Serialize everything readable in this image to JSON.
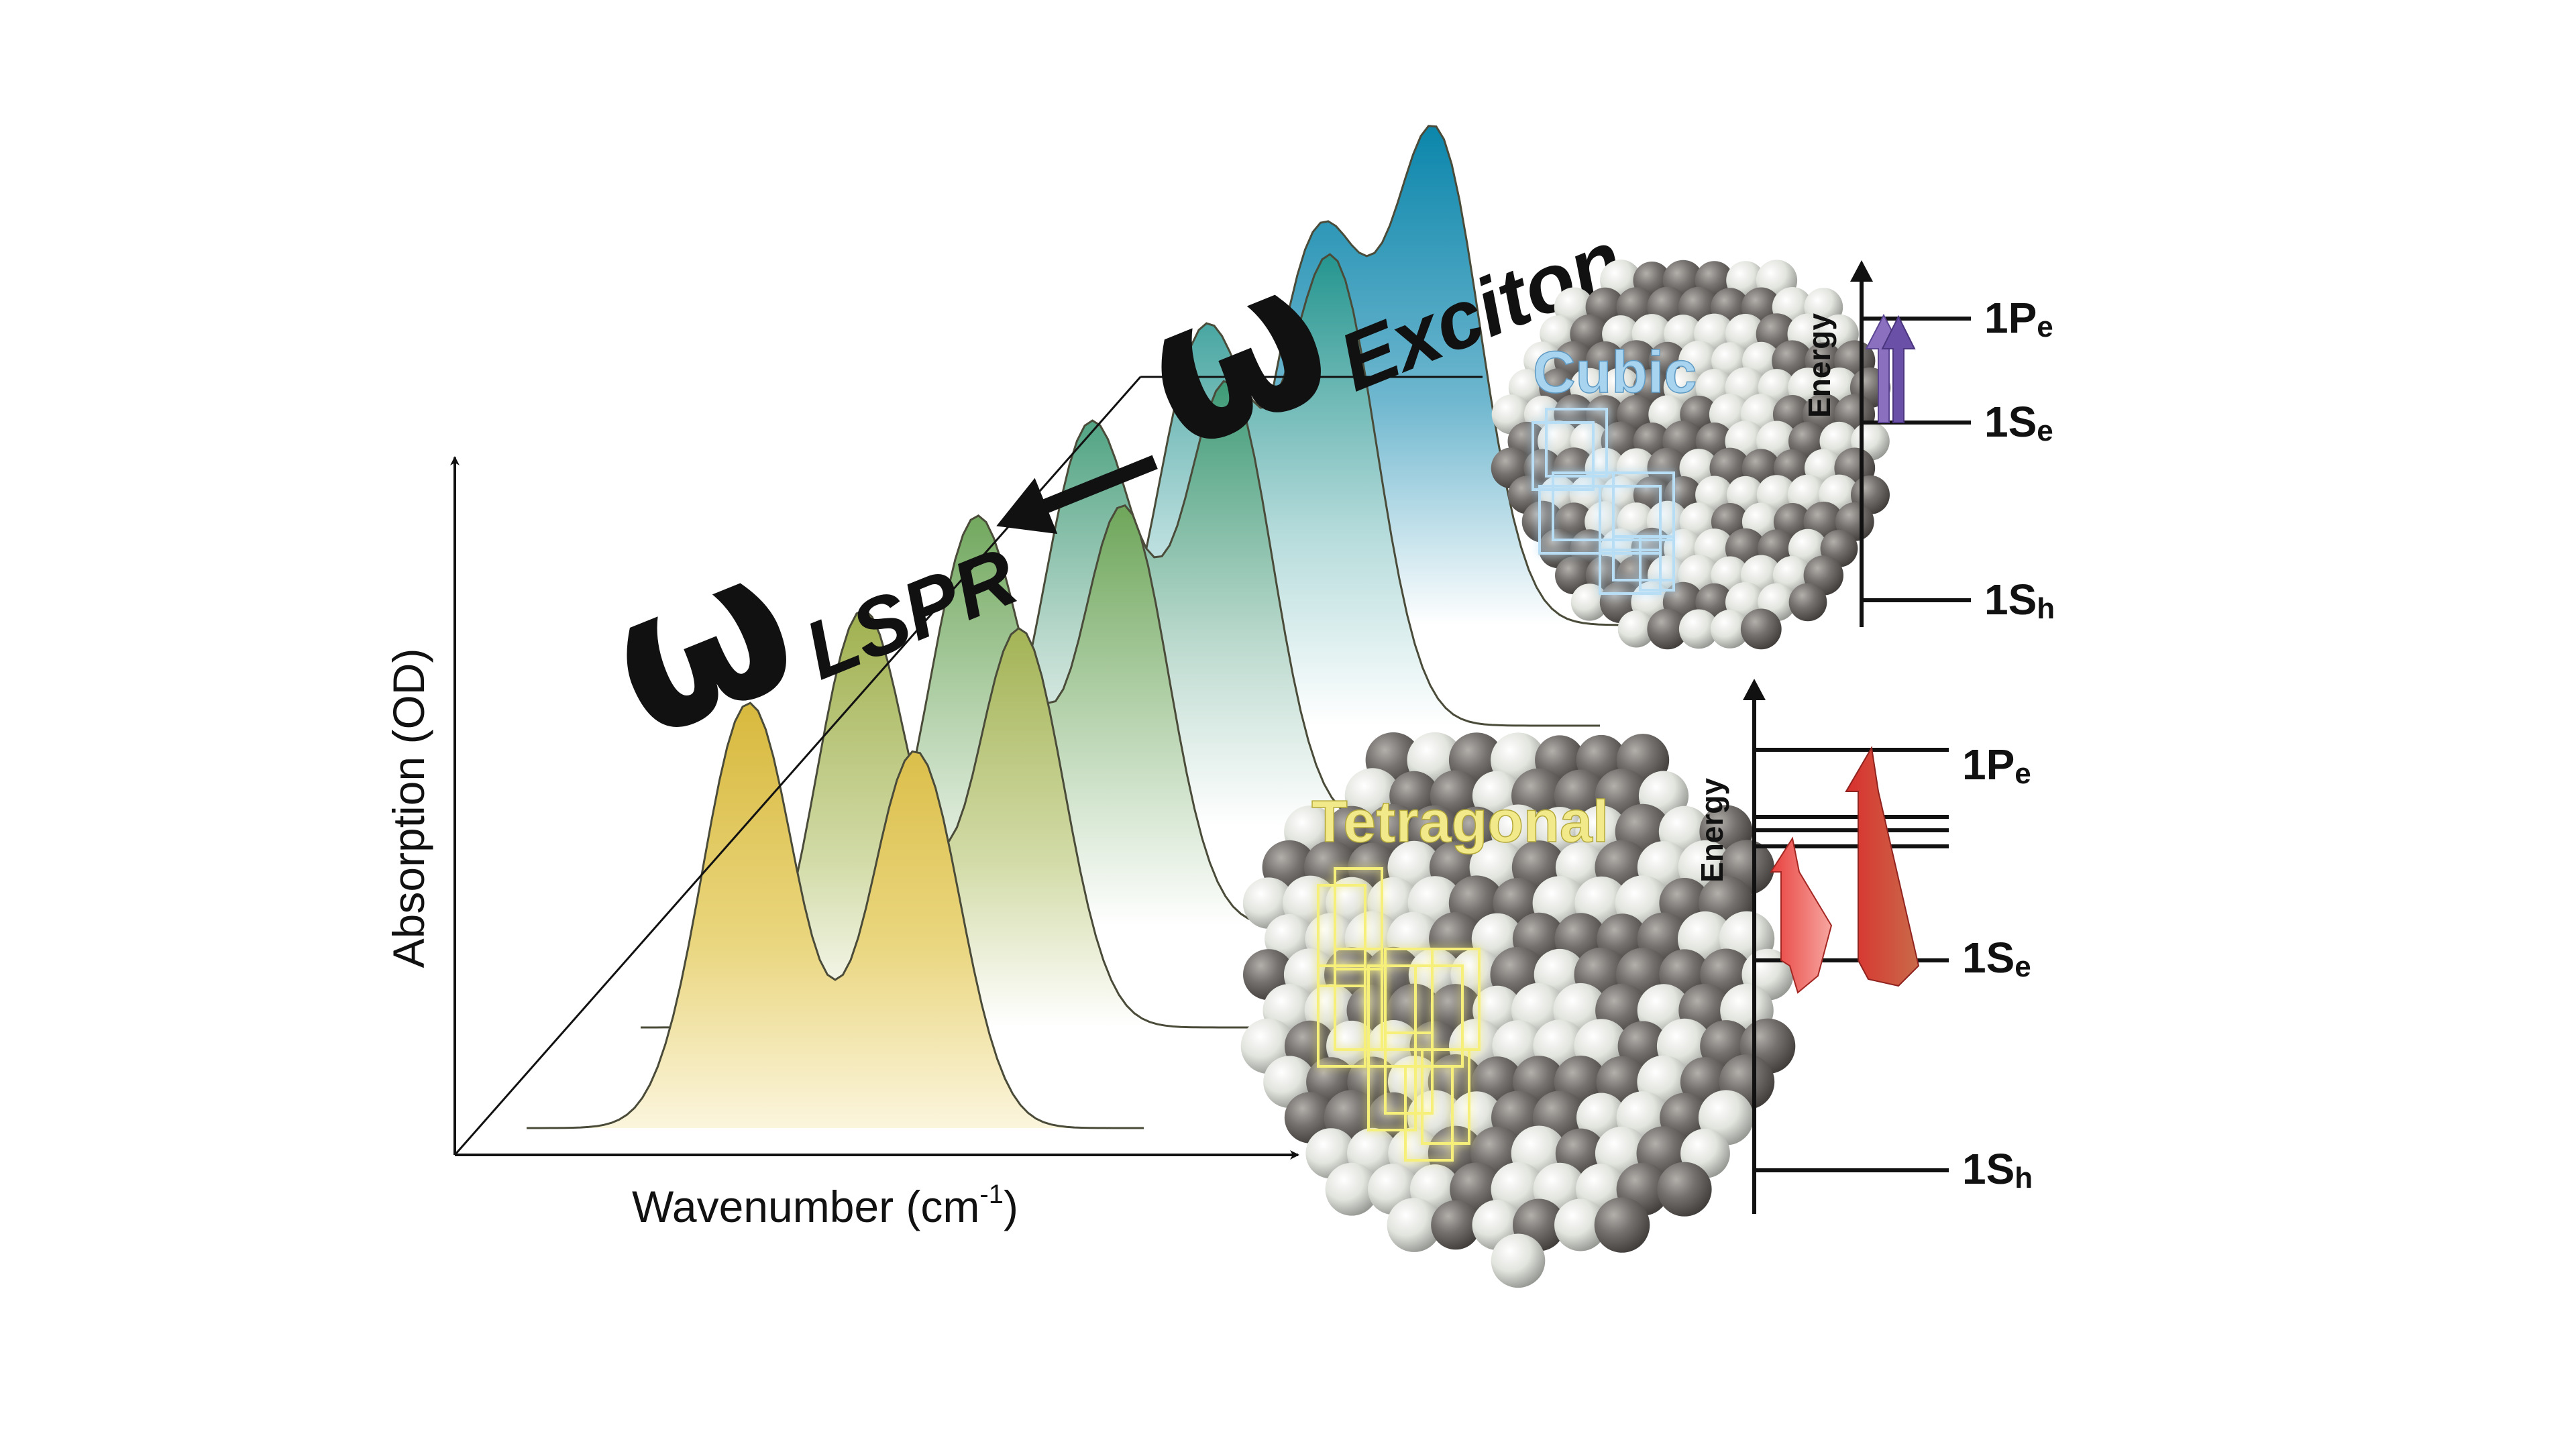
{
  "figure": {
    "axes": {
      "y_label": "Absorption (OD)",
      "x_label": "Wavenumber (cm",
      "x_label_sup": "-1",
      "x_label_end": ")"
    },
    "omega": {
      "symbol": "ω",
      "lspr_sub": "LSPR",
      "exciton_sub": "Exciton",
      "arrow_direction": "exciton-to-lspr"
    },
    "spectra_colors": [
      "#e3c855",
      "#a9b655",
      "#7aaa5c",
      "#4d9e78",
      "#2e9a98",
      "#0f8fb0"
    ],
    "structures": {
      "cubic": {
        "label": "Cubic",
        "color": "#a9d4ef",
        "energy_label": "Energy",
        "levels": [
          {
            "main": "1P",
            "sub": "e"
          },
          {
            "main": "1S",
            "sub": "e"
          },
          {
            "main": "1S",
            "sub": "h"
          }
        ],
        "arrow_color": "#7a61b0"
      },
      "tetragonal": {
        "label": "Tetragonal",
        "color": "#f2ea8a",
        "energy_label": "Energy",
        "levels": [
          {
            "main": "1P",
            "sub": "e"
          },
          {
            "main": "1S",
            "sub": "e"
          },
          {
            "main": "1S",
            "sub": "h"
          }
        ],
        "arrow_color": "#e03a3a"
      }
    },
    "atom_colors": {
      "dark": "#6e6a68",
      "light": "#e6e8e2"
    }
  }
}
